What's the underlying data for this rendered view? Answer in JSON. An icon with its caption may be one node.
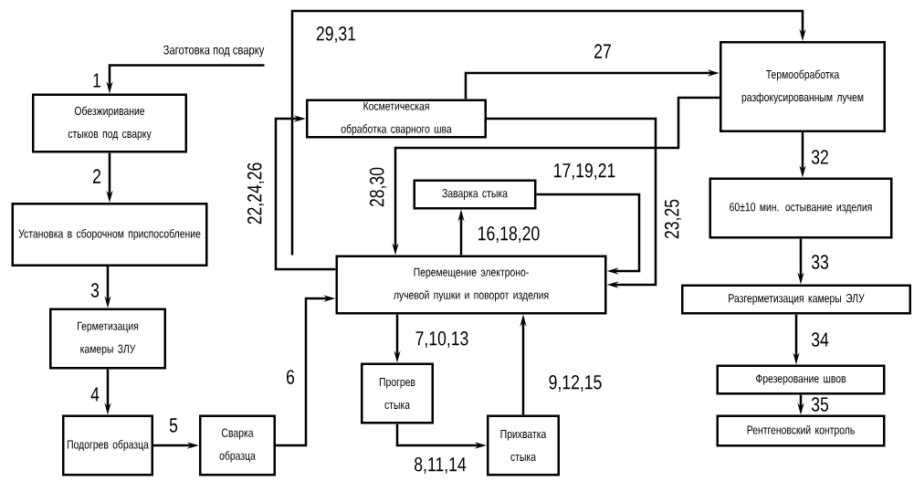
{
  "diagram": {
    "nodes": [
      {
        "text": [
          "Заготовка под сварку"
        ]
      },
      {
        "text": [
          "Обезжиривание стыков под сварку"
        ]
      },
      {
        "text": [
          "Установка в сборочном приспособление"
        ]
      },
      {
        "text": [
          "Герметизация камеры ЗЛУ"
        ]
      },
      {
        "text": [
          "Подогрев образца"
        ]
      },
      {
        "text": [
          "Сварка образца"
        ]
      },
      {
        "text": [
          "Косметическая обработка сварного шва"
        ]
      },
      {
        "text": [
          "Термообработка разфокусированным лучем"
        ]
      },
      {
        "text": [
          "Заварка стыка"
        ]
      },
      {
        "text": [
          "60±10 мин. остывание изделия"
        ]
      },
      {
        "text": [
          "Перемещение электроно-лучевой пушки и поворот изделия"
        ]
      },
      {
        "text": [
          "Разгерметизация камеры ЭЛУ"
        ]
      },
      {
        "text": [
          "Прогрев стыка"
        ]
      },
      {
        "text": [
          "Фрезерование швов"
        ]
      },
      {
        "text": [
          "Прихватка стыка"
        ]
      },
      {
        "text": [
          "Рентгеновский контроль"
        ]
      }
    ],
    "edges": [
      {
        "from": 0,
        "to": 1,
        "arrow": "to",
        "label": "1"
      },
      {
        "from": 1,
        "to": 2,
        "arrow": "to",
        "label": "2"
      },
      {
        "from": 2,
        "to": 3,
        "arrow": "to",
        "label": "3"
      },
      {
        "from": 3,
        "to": 4,
        "arrow": "to",
        "label": "4"
      },
      {
        "from": 4,
        "to": 5,
        "arrow": "to",
        "label": "5"
      },
      {
        "from": 5,
        "to": 10,
        "arrow": "to",
        "label": "6"
      },
      {
        "from": 10,
        "to": 12,
        "arrow": "to",
        "label": "7,10,13"
      },
      {
        "from": 12,
        "to": 14,
        "arrow": "to",
        "label": "8,11,14"
      },
      {
        "from": 14,
        "to": 10,
        "arrow": "to",
        "label": "9,12,15"
      },
      {
        "from": 10,
        "to": 8,
        "arrow": "to",
        "label": "16,18,20"
      },
      {
        "from": 8,
        "to": 10,
        "arrow": "to",
        "label": "17,19,21"
      },
      {
        "from": 10,
        "to": 6,
        "arrow": "to",
        "label": "22,24,26"
      },
      {
        "from": 6,
        "to": 10,
        "arrow": "to",
        "label": "23,25"
      },
      {
        "from": 6,
        "to": 7,
        "arrow": "to",
        "label": "27"
      },
      {
        "from": 7,
        "to": 10,
        "arrow": "to",
        "label": "28,30"
      },
      {
        "from": 10,
        "to": 7,
        "arrow": "to",
        "label": "29,31"
      },
      {
        "from": 7,
        "to": 9,
        "arrow": "to",
        "label": "32"
      },
      {
        "from": 9,
        "to": 11,
        "arrow": "to",
        "label": "33"
      },
      {
        "from": 11,
        "to": 13,
        "arrow": "to",
        "label": "34"
      },
      {
        "from": 13,
        "to": 15,
        "arrow": "to",
        "label": "35"
      }
    ]
  }
}
